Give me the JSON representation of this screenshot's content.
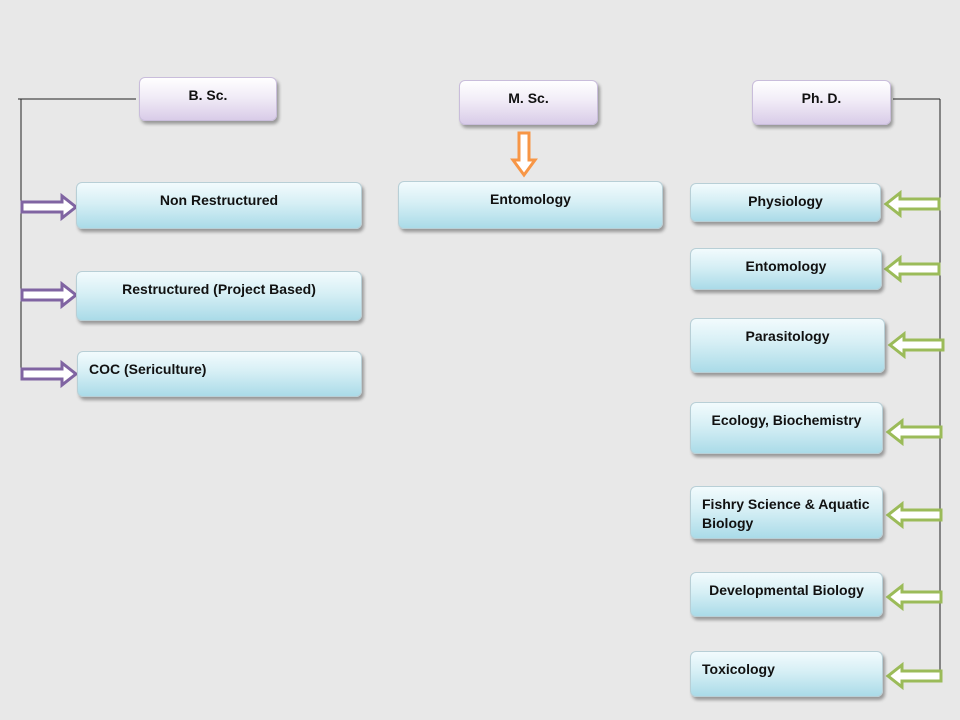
{
  "headers": {
    "bsc": "B. Sc.",
    "msc": "M. Sc.",
    "phd": "Ph. D."
  },
  "bsc_items": [
    "Non Restructured",
    "Restructured (Project Based)",
    "COC (Sericulture)"
  ],
  "msc_items": [
    "Entomology"
  ],
  "phd_items": [
    "Physiology",
    "Entomology",
    "Parasitology",
    "Ecology, Biochemistry",
    "Fishry Science & Aquatic Biology",
    "Developmental Biology",
    "Toxicology"
  ],
  "colors": {
    "bsc_arrow": "#8064a2",
    "msc_arrow": "#f79646",
    "phd_arrow": "#9bbb59",
    "header_fill": "#d9cce8",
    "item_fill": "#aadbe8"
  }
}
